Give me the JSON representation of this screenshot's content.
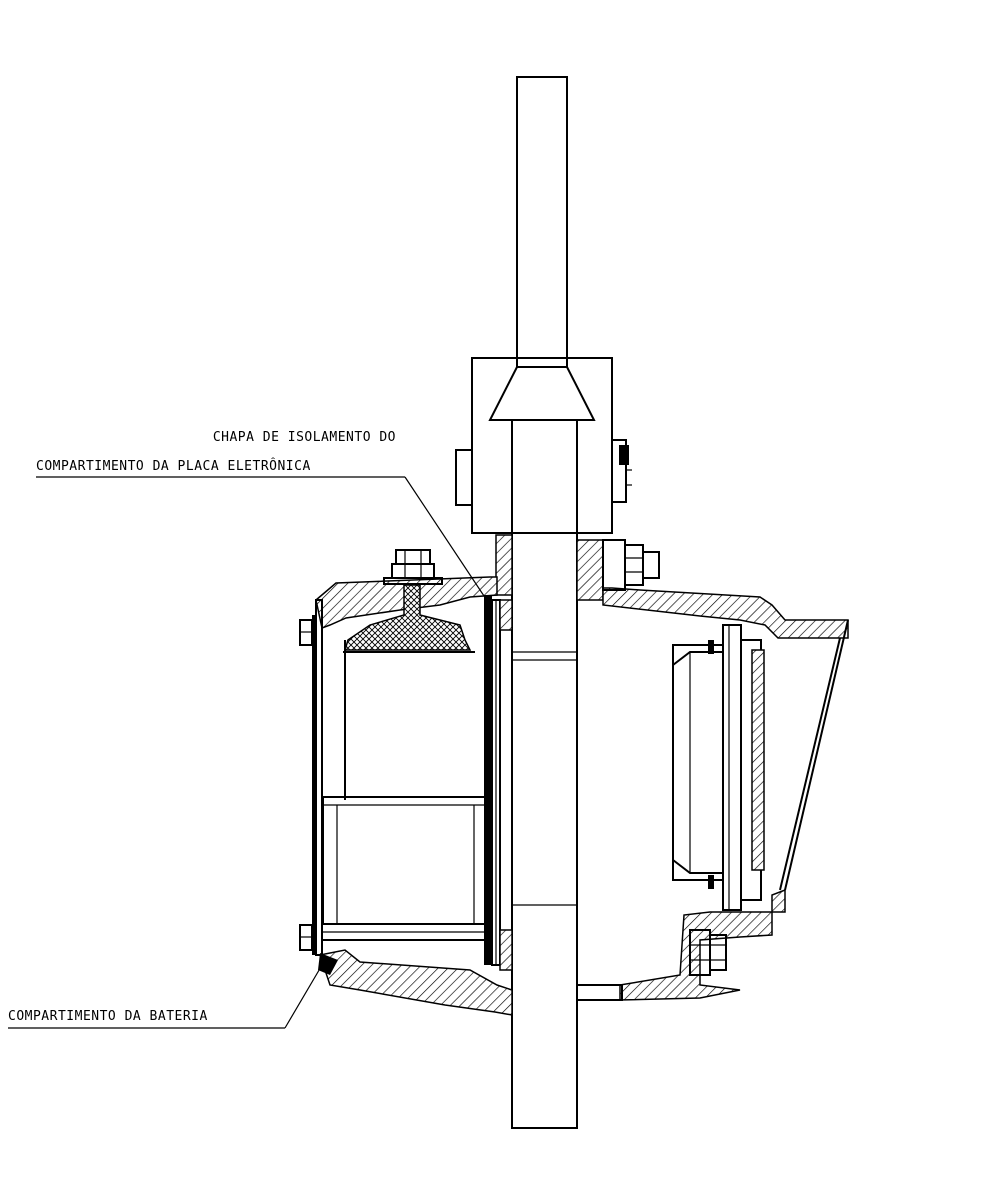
{
  "labels": {
    "insulation_plate": {
      "line1": "CHAPA DE ISOLAMENTO DO",
      "line2": "COMPARTIMENTO DA PLACA ELETRÔNICA"
    },
    "battery_compartment": "COMPARTIMENTO DA BATERIA"
  },
  "style": {
    "line_color": "#000000",
    "background": "#ffffff"
  }
}
